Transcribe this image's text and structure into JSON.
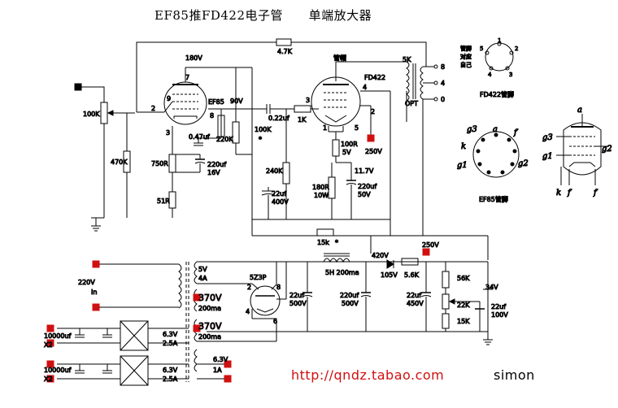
{
  "title": "EF85推FD422电子管      单端放大器",
  "footer": {
    "url": "http://qndz.tabao.com",
    "signature": "simon"
  },
  "labels": {
    "r47k": "4.7K",
    "v180": "180V",
    "tube1": "EF85",
    "v90": "90V",
    "tubecap": "管帽",
    "tube2": "FD422",
    "k5": "5K",
    "r100k_in": "100K",
    "r470k": "470K",
    "pin2a": "2",
    "pin7": "7",
    "pin9": "9",
    "pin8": "8",
    "pin3a": "3",
    "c022": "0.22uf",
    "r220k": "220K",
    "r100k_b": "100K",
    "star1": "*",
    "r1k": "1K",
    "pin3b": "3",
    "pin4": "4",
    "pin2b": "2",
    "pin1": "1",
    "pin5": "5",
    "c047": "0.47uf",
    "r750": "750R",
    "c220_16": "220uf",
    "v16": "16V",
    "r51": "51R",
    "r240k": "240K",
    "r100r": "100R",
    "v5": "5V",
    "v250a": "250V",
    "v117": "11.7V",
    "r180r": "180R",
    "w10": "10W",
    "c220_50": "220uf",
    "v50": "50V",
    "c22_400": "22uf",
    "v400": "400V",
    "opt8": "8",
    "opt4": "4",
    "opt0": "0",
    "opt": "OPT",
    "pinout_lbl1": "管脚",
    "pinout_lbl2": "对应",
    "pinout_lbl3": "自己",
    "fd422_pins": "FD422管脚",
    "ef85_pins": "EF85管脚",
    "r15k": "15k",
    "star2": "*",
    "v420": "420V",
    "v250b": "250V",
    "choke": "5H 200ma",
    "v105": "105V",
    "r56": "5.6K",
    "r56k": "56K",
    "r22k": "22K",
    "r15kb": "15K",
    "v34": "34V",
    "c22_100a": "22uf",
    "c22_100b": "100V",
    "v220": "220V",
    "in": "In",
    "v5t": "5V",
    "a4": "4A",
    "z4p": "5Z3P",
    "v370a": "370V",
    "ma200a": "200ma",
    "v370b": "370V",
    "ma200b": "200ma",
    "c22_500": "22uf",
    "v500": "500V",
    "c220_500": "220uf",
    "v500b": "500V",
    "c22_450": "22uf",
    "v450": "450V",
    "p2": "2",
    "p8": "8",
    "p4": "4",
    "p6": "6",
    "h63a": "6.3V",
    "h25a": "2.5A",
    "h63b": "6.3V",
    "h25b": "2.5A",
    "h63c": "6.3V",
    "h1a": "1A",
    "c10000a": "10000uf",
    "x2a": "X2",
    "c10000b": "10000uf",
    "x2b": "X2",
    "pa": "a",
    "pg3": "g3",
    "pg1": "g1",
    "pg2": "g2",
    "pk": "k",
    "pf1": "f",
    "pf2": "f",
    "p_k": "k",
    "p_g1": "g1",
    "p_g3": "g3",
    "p_a": "a",
    "p_f": "f",
    "p_g2": "g2",
    "fdp1": "1",
    "fdp2": "2",
    "fdp3": "3",
    "fdp4": "4",
    "fdp5": "5"
  },
  "colors": {
    "accent": "#d01010",
    "line": "#000000"
  }
}
